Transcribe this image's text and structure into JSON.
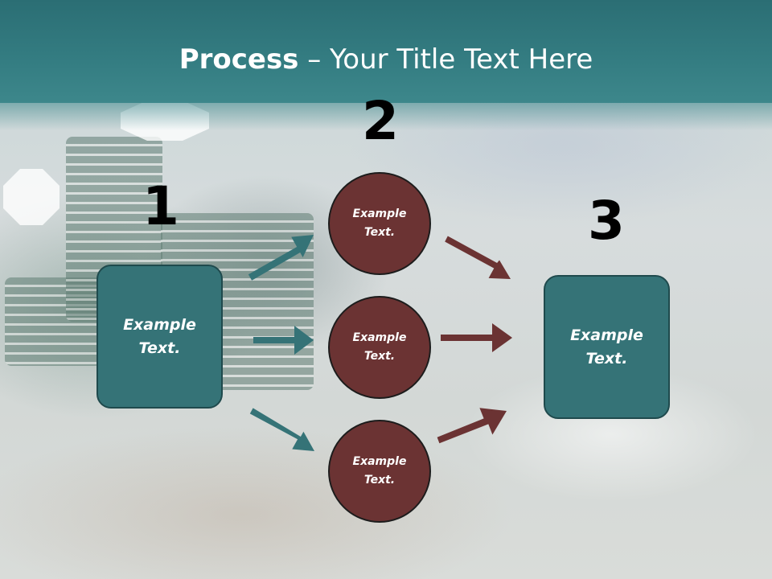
{
  "title": {
    "bold": "Process",
    "rest": " – Your Title Text Here"
  },
  "steps": {
    "one": "1",
    "two": "2",
    "three": "3"
  },
  "left_box": "Example\nText.",
  "circles": [
    "Example\nText.",
    "Example\nText.",
    "Example\nText."
  ],
  "right_box": "Example\nText.",
  "colors": {
    "title_band": "#357b80",
    "box_fill": "#357377",
    "circle_fill": "#6b3333",
    "arrow_teal": "#357377",
    "arrow_maroon": "#6b3333"
  }
}
